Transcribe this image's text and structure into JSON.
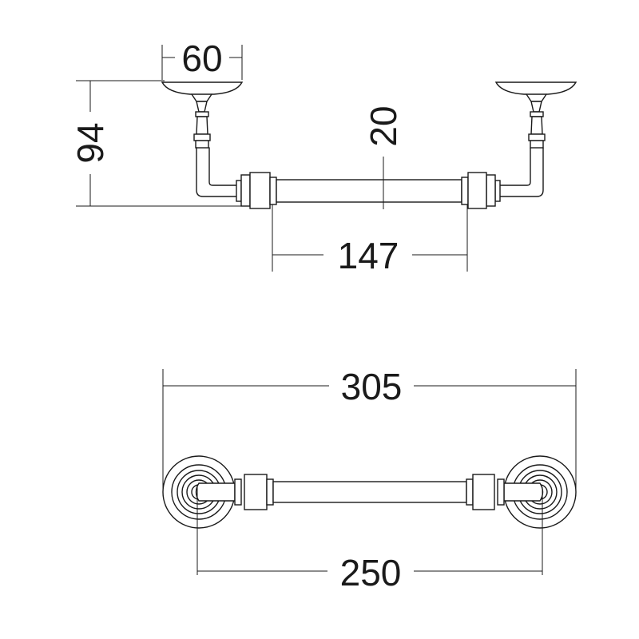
{
  "dimensions": {
    "base_width": "60",
    "height": "94",
    "bar_diameter": "20",
    "bar_length": "147",
    "overall_length": "305",
    "center_distance": "250"
  },
  "colors": {
    "line": "#1a1a1a",
    "background": "#ffffff"
  }
}
